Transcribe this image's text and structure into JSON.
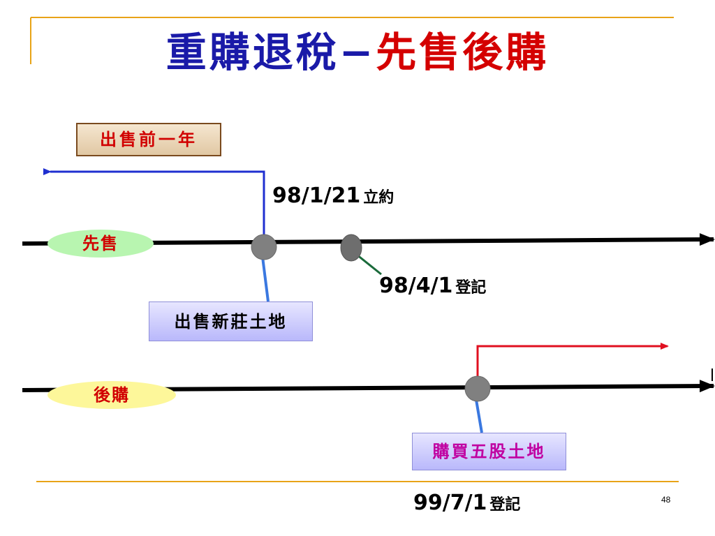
{
  "title": {
    "part1": "重購退稅−",
    "part2": "先售後購"
  },
  "labels": {
    "year_before": "出售前一年",
    "sell": "先售",
    "buy": "後購",
    "sell_land": "出售新莊土地",
    "buy_land": "購買五股土地"
  },
  "dates": {
    "contract_date": "98/1/21",
    "contract_suffix": "立約",
    "sell_register_date": "98/4/1",
    "sell_register_suffix": "登記",
    "buy_register_date": "99/7/1",
    "buy_register_suffix": "登記"
  },
  "page_number": "48",
  "colors": {
    "title_blue": "#1a1aa8",
    "title_red": "#d40000",
    "frame_gold": "#e8a317",
    "back_arrow": "#1f2fd0",
    "forward_arrow": "#e01020",
    "connector": "#3a78e0",
    "register_connector": "#1a6a3a",
    "sell_ellipse": "#b8f5b0",
    "buy_ellipse": "#fdf79a"
  }
}
